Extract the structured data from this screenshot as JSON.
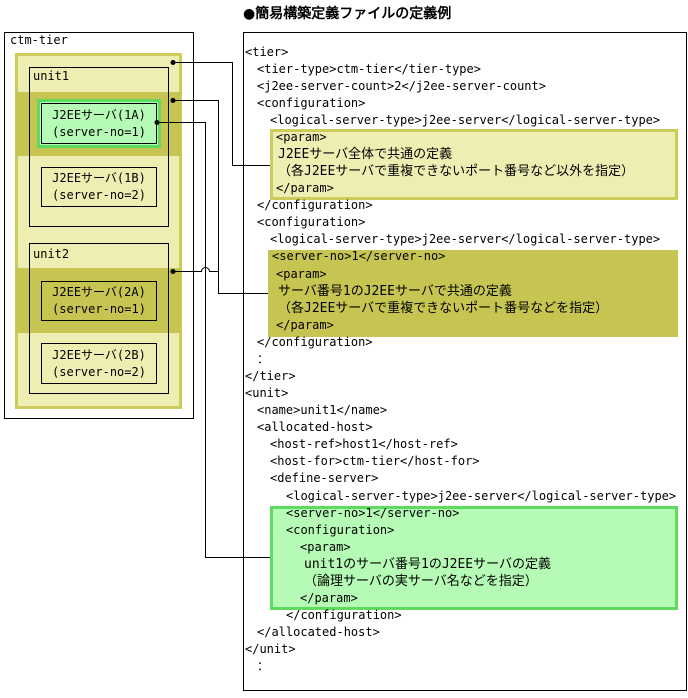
{
  "definition_example": {
    "title": "●簡易構築定義ファイルの定義例",
    "lines": [
      "<tier>",
      "<tier-type>ctm-tier</tier-type>",
      "<j2ee-server-count>2</j2ee-server-count>",
      "<configuration>",
      "<logical-server-type>j2ee-server</logical-server-type>",
      "<param>",
      "J2EEサーバ全体で共通の定義",
      "（各J2EEサーバで重複できないポート番号など以外を指定）",
      "</param>",
      "</configuration>",
      "<configuration>",
      "<logical-server-type>j2ee-server</logical-server-type>",
      "<server-no>1</server-no>",
      "<param>",
      "サーバ番号1のJ2EEサーバで共通の定義",
      "（各J2EEサーバで重複できないポート番号などを指定）",
      "</param>",
      "</configuration>",
      "：",
      "</tier>",
      "<unit>",
      "<name>unit1</name>",
      "<allocated-host>",
      "<host-ref>host1</host-ref>",
      "<host-for>ctm-tier</host-for>",
      "<define-server>",
      "<logical-server-type>j2ee-server</logical-server-type>",
      "<server-no>1</server-no>",
      "<configuration>",
      "<param>",
      "unit1のサーバ番号1のJ2EEサーバの定義",
      "（論理サーバの実サーバ名などを指定）",
      "</param>",
      "</configuration>",
      "</allocated-host>",
      "</unit>",
      "："
    ]
  },
  "tier_diagram": {
    "tier_label": "ctm-tier",
    "units": [
      {
        "label": "unit1",
        "servers": [
          {
            "name": "J2EEサーバ(1A)",
            "server_no": "(server-no=1)"
          },
          {
            "name": "J2EEサーバ(1B)",
            "server_no": "(server-no=2)"
          }
        ]
      },
      {
        "label": "unit2",
        "servers": [
          {
            "name": "J2EEサーバ(2A)",
            "server_no": "(server-no=1)"
          },
          {
            "name": "J2EEサーバ(2B)",
            "server_no": "(server-no=2)"
          }
        ]
      }
    ]
  },
  "colors": {
    "tier_fill": "#eeeeb3",
    "tier_border": "#cccc5c",
    "server_band": "#c7c551",
    "highlight_fill": "#b5fbb5",
    "highlight_border": "#5edb5e",
    "line": "#000000"
  }
}
